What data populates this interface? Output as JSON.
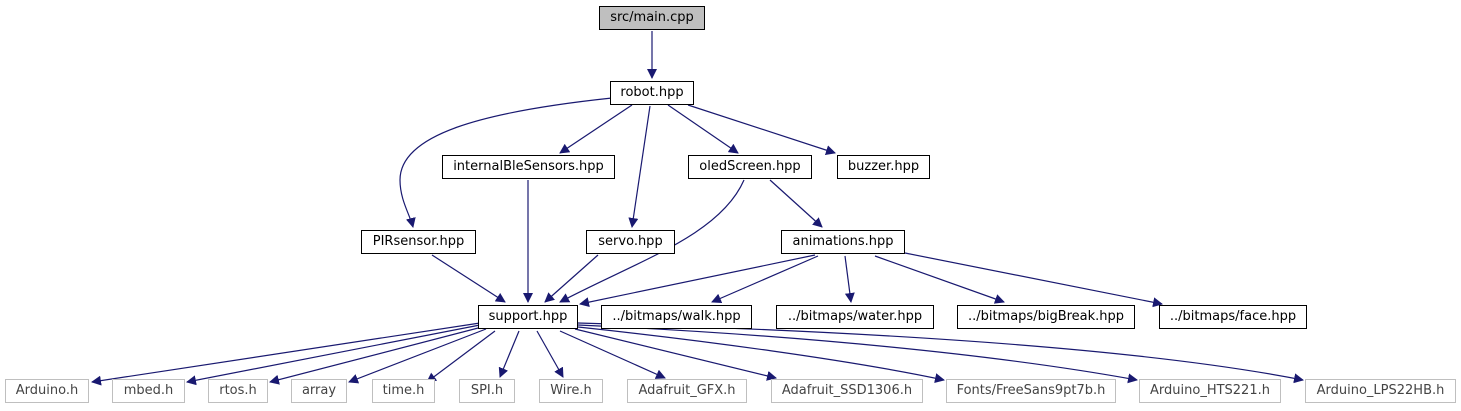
{
  "nodes": {
    "main_cpp": "src/main.cpp",
    "robot_hpp": "robot.hpp",
    "internalBleSensors_hpp": "internalBleSensors.hpp",
    "oledScreen_hpp": "oledScreen.hpp",
    "buzzer_hpp": "buzzer.hpp",
    "PIRsensor_hpp": "PIRsensor.hpp",
    "servo_hpp": "servo.hpp",
    "animations_hpp": "animations.hpp",
    "support_hpp": "support.hpp",
    "walk_hpp": "../bitmaps/walk.hpp",
    "water_hpp": "../bitmaps/water.hpp",
    "bigBreak_hpp": "../bitmaps/bigBreak.hpp",
    "face_hpp": "../bitmaps/face.hpp",
    "Arduino_h": "Arduino.h",
    "mbed_h": "mbed.h",
    "rtos_h": "rtos.h",
    "array": "array",
    "time_h": "time.h",
    "SPI_h": "SPI.h",
    "Wire_h": "Wire.h",
    "Adafruit_GFX_h": "Adafruit_GFX.h",
    "Adafruit_SSD1306_h": "Adafruit_SSD1306.h",
    "FreeSans9pt7b_h": "Fonts/FreeSans9pt7b.h",
    "Arduino_HTS221_h": "Arduino_HTS221.h",
    "Arduino_LPS22HB_h": "Arduino_LPS22HB.h"
  },
  "colors": {
    "edge": "#191970",
    "node_border": "#000000",
    "external_border": "#bfbfbf",
    "root_fill": "#bfbfbf"
  }
}
